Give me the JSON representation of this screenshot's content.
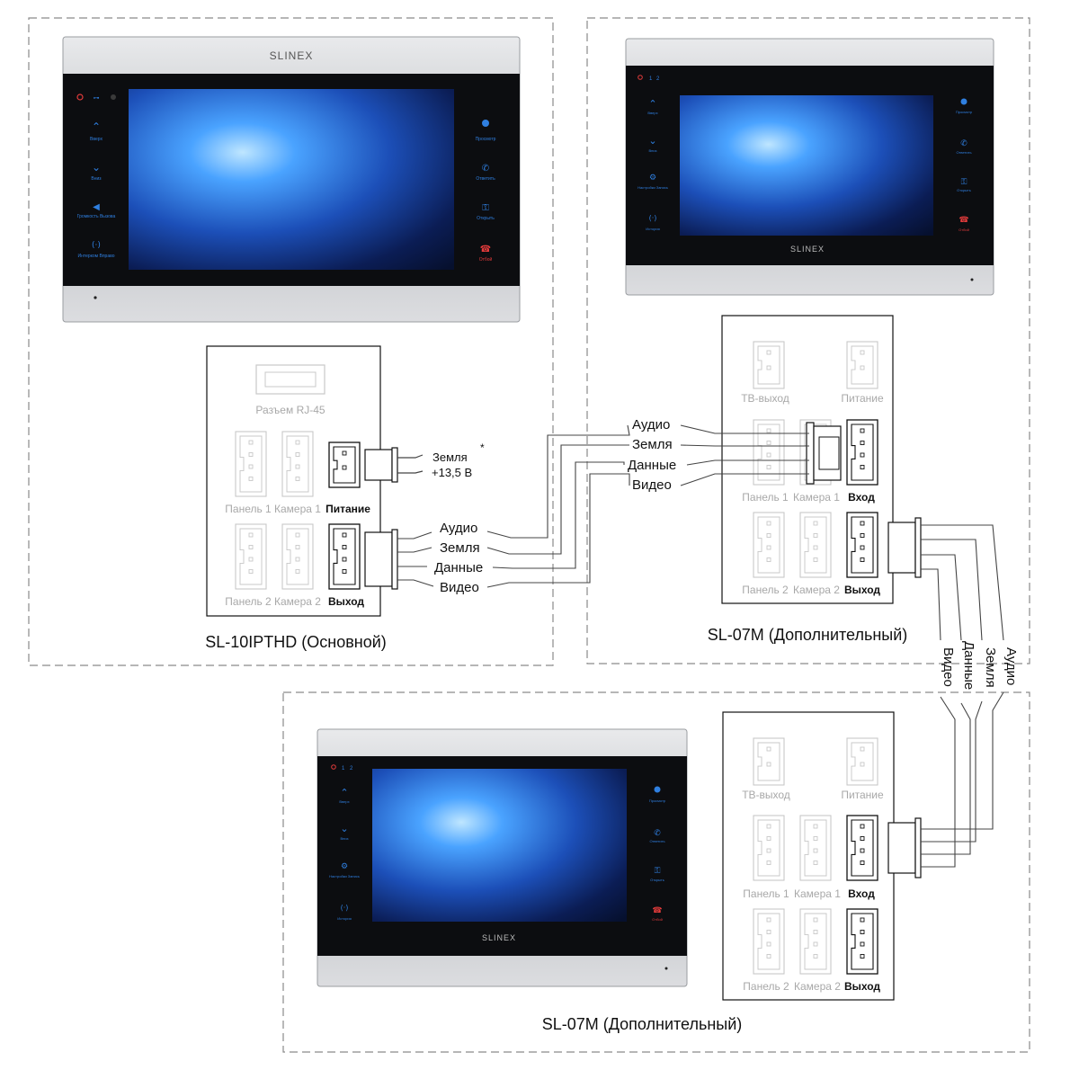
{
  "main_unit": {
    "caption": "SL-10IPTHD (Основной)",
    "brand": "SLINEX",
    "left_buttons": [
      "Вверх",
      "Вниз",
      "Громкость Вызова",
      "Интерком Вправо"
    ],
    "right_buttons": [
      "Просмотр",
      "Ответить",
      "Открыть",
      "Отбой"
    ],
    "ports": {
      "rj45": "Разъем RJ-45",
      "panel1": "Панель 1",
      "camera1": "Камера 1",
      "power": "Питание",
      "panel2": "Панель 2",
      "camera2": "Камера 2",
      "output": "Выход"
    },
    "power_wires": [
      "Земля",
      "+13,5 В"
    ],
    "asterisk": "*",
    "output_wires": [
      "Аудио",
      "Земля",
      "Данные",
      "Видео"
    ]
  },
  "aux_unit_1": {
    "caption": "SL-07M (Дополнительный)",
    "brand": "SLINEX",
    "indicators": [
      "1",
      "2"
    ],
    "left_buttons": [
      "Вверх",
      "Вниз",
      "Настройки Запись",
      "История"
    ],
    "right_buttons": [
      "Просмотр",
      "Ответить",
      "Открыть",
      "Отбой"
    ],
    "ports": {
      "tv_out": "ТВ-выход",
      "power": "Питание",
      "panel1": "Панель 1",
      "camera1": "Камера 1",
      "input": "Вход",
      "panel2": "Панель 2",
      "camera2": "Камера 2",
      "output": "Выход"
    },
    "input_wires": [
      "Аудио",
      "Земля",
      "Данные",
      "Видео"
    ],
    "output_wires": [
      "Аудио",
      "Земля",
      "Данные",
      "Видео"
    ]
  },
  "aux_unit_2": {
    "caption": "SL-07M (Дополнительный)",
    "brand": "SLINEX",
    "indicators": [
      "1",
      "2"
    ],
    "left_buttons": [
      "Вверх",
      "Вниз",
      "Настройки Запись",
      "История"
    ],
    "right_buttons": [
      "Просмотр",
      "Ответить",
      "Открыть",
      "Отбой"
    ],
    "ports": {
      "tv_out": "ТВ-выход",
      "power": "Питание",
      "panel1": "Панель 1",
      "camera1": "Камера 1",
      "input": "Вход",
      "panel2": "Панель 2",
      "camera2": "Камера 2",
      "output": "Выход"
    }
  },
  "colors": {
    "frame_dash": "#8a8a8a",
    "wire": "#444444",
    "port_active": "#111111",
    "port_inactive": "#c8c8c8",
    "label_inactive": "#a8a8a8",
    "screen_blue": "#1f6fd6",
    "button_blue": "#2f7fe0",
    "hangup_red": "#e23b3b",
    "bezel_silver": "#c9cbce",
    "bezel_black": "#0c0d10"
  }
}
